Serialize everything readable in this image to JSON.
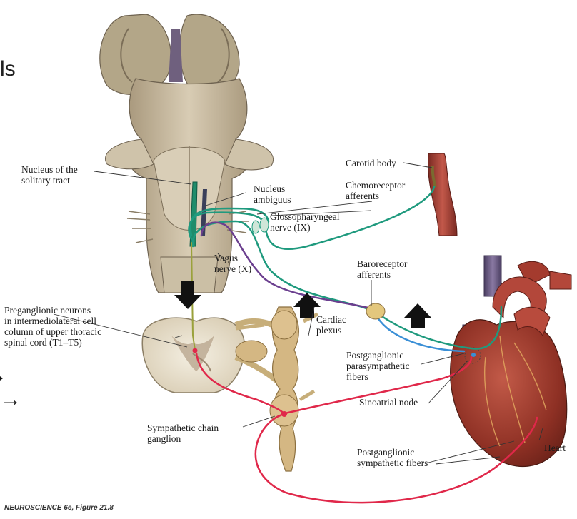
{
  "labels": {
    "nucleus_solitary": "Nucleus of the\nsolitary tract",
    "nucleus_ambiguus": "Nucleus\nambiguus",
    "carotid_body": "Carotid body",
    "chemoreceptor": "Chemoreceptor\nafferents",
    "glossopharyngeal": "Glossopharyngeal\nnerve (IX)",
    "vagus": "Vagus\nnerve (X)",
    "baroreceptor": "Baroreceptor\nafferents",
    "cardiac_plexus": "Cardiac\nplexus",
    "preganglionic": "Preganglionic neurons\nin intermediolateral cell\ncolumn of upper thoracic\nspinal cord (T1–T5)",
    "postganglionic_para": "Postganglionic\nparasympathetic\nfibers",
    "sinoatrial": "Sinoatrial node",
    "sympathetic_chain": "Sympathetic chain\nganglion",
    "postganglionic_symp": "Postganglionic\nsympathetic fibers",
    "heart": "Heart"
  },
  "edge_text": {
    "partial_word": "ls",
    "arrow_glyph": "→"
  },
  "caption": "NEUROSCIENCE 6e, Figure 21.8",
  "colors": {
    "green_afferent": "#1f9a7e",
    "purple_vagus": "#6b3f8f",
    "blue_para": "#3a8fd6",
    "red_symp": "#e0284a",
    "olive_pregang": "#9aa13b",
    "brainstem": "#c9bca3",
    "heart": "#9a3a2c",
    "vessel_purple": "#6b5a85"
  }
}
